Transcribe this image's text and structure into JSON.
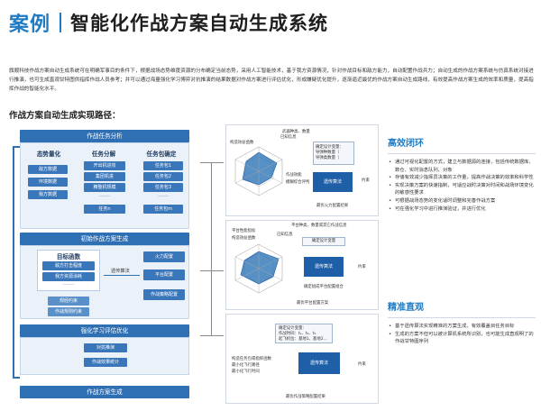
{
  "header": {
    "keyword": "案例",
    "title": "智能化作战方案自动生成系统"
  },
  "intro": "旗顺科技作战方案自动生成系统可在明确军事目的条件下，根据战场态势维度资源的分布确定当前态势，采用人工智能技术，基于我方资源情况，针对作战目标和敌方能力，自动配置作战兵力；自动生成的作战方案系统与仿真系统对接进行推演，也可生成直观甘特图供指挥作战人员参考；并可以通过海量强化学习博弈对抗推演的结果数据对作战方案进行评估优化，形成嫌疑优化提升，逐渐逼近最优的作战方案自动生成路线，有效提高作战方案生成的效率和质量，提高指挥作战的智能化水平。",
  "section_title": "作战方案自动生成实现路径：",
  "flow": {
    "band_top": "作战任务分析",
    "columns": [
      {
        "title": "态势量化",
        "items": [
          "敌方数据",
          "环境数据",
          "我方数据"
        ]
      },
      {
        "title": "任务分解",
        "items": [
          "开出机进攻",
          "集团机进",
          "精整机规模",
          "……",
          "任务n"
        ]
      },
      {
        "title": "任务包确定",
        "items": [
          "任务包1",
          "任务包2",
          "任务包3",
          "……",
          "任务包m"
        ]
      }
    ],
    "band_mid": "初始作战方案生成",
    "goal_title": "目标函数",
    "goal_items": [
      "敌方打击程度",
      "我方资源消耗",
      "……"
    ],
    "constraints": [
      "规经约束",
      "作战规则约束"
    ],
    "algo": "遗传算法",
    "configs": [
      "火力配置",
      "平台配置",
      "作战策略配置"
    ],
    "band_opt": "强化学习评估优化",
    "opt_items": [
      "对抗推演",
      "作战效果统计"
    ],
    "band_bottom": "作战方案生成"
  },
  "diagrams": [
    {
      "title": "构造效益函数",
      "inputs": [
        "武器种类、数量",
        "已知信息"
      ],
      "design": [
        "确定设计变量：",
        "导弹种数量（",
        "导弹类数量（"
      ],
      "legend": [
        "作战效能",
        "模糊综合评判"
      ],
      "algo": "遗传算法",
      "constraint": "约束",
      "output": "最优火力配置结果"
    },
    {
      "title": "构造效益函数",
      "top": "平台种类、数量或其它作战信息",
      "inputs": [
        "平台性能指标",
        "已知信息"
      ],
      "design": "确定设计变量",
      "algo": "遗传算法",
      "constraint": "约束",
      "output": "最优平台配置方案",
      "extra": "确定组成平台配置组合"
    },
    {
      "design": [
        "确定设计变量：",
        "作战时间：t₁、t₂、t₃",
        "起飞机位：基地1、基地2…"
      ],
      "inputs": [
        "构造任务包或指挥函数",
        "最小化飞行路径",
        "最小化飞行时间"
      ],
      "algo": "遗传算法",
      "constraint": "约束",
      "output": "最优作战策略配置结果"
    }
  ],
  "right": [
    {
      "heading": "高效闭环",
      "items": [
        "通过可视化配置的方式，建立与数据源的连接，包括传统数据库、数仓、实时消息队列、对象",
        "存储有效减少指挥员决策的工作量，提高作战决策的效率和科学性",
        "实现决策方案的快速指制，可适应战时决策对时间和战场环境变化的敏感性要求",
        "可根据战场态势的变化适时调整和完善作战方案",
        "可在强化学习中进行推演验证，并进行优化"
      ]
    },
    {
      "heading": "精准直观",
      "items": [
        "基于遗传算法实现精准的方案生成，有效覆盖目任务目标",
        "生成的方案不但可以被计算机系统所识别，也可能生成直观明了的作战甘特图序列"
      ]
    }
  ],
  "colors": {
    "accent": "#1f7bc4",
    "band": "#2f6fb3",
    "chip": "#3a76ba"
  }
}
